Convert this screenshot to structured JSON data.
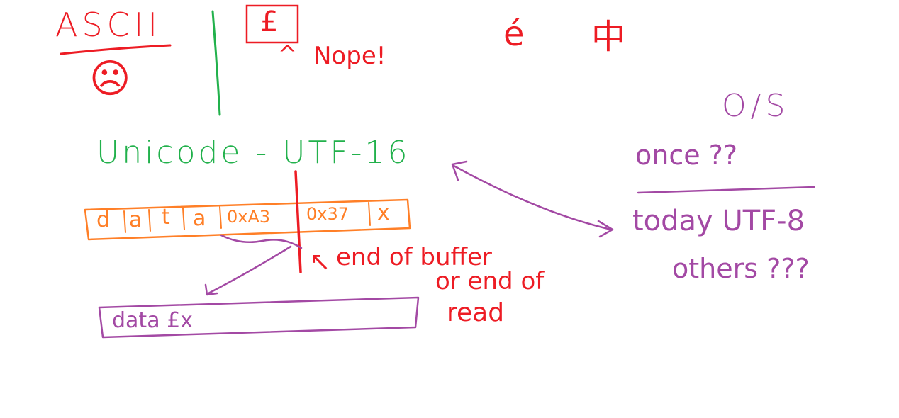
{
  "colors": {
    "red": "#ed1c24",
    "green": "#22b14c",
    "orange": "#ff7f27",
    "purple": "#a349a4",
    "background": "#ffffff"
  },
  "ascii": {
    "title": "ASCII",
    "face": "☹"
  },
  "pound_box": {
    "symbol": "£",
    "caret": "^",
    "note": "Nope!"
  },
  "examples": {
    "e_acute": "é",
    "cjk": "中"
  },
  "unicode": {
    "title": "Unicode - UTF-16"
  },
  "buffer": {
    "cells": [
      "d",
      "a",
      "t",
      "a",
      "0xA3",
      "0x37",
      "x"
    ]
  },
  "end_note": {
    "arrow": "↖",
    "line1": "end of buffer",
    "line2": "or end of",
    "line3": "read"
  },
  "result": {
    "text": "data £x"
  },
  "os": {
    "title": "O/S",
    "once": "once ??",
    "today": "today UTF-8",
    "others": "others ???"
  }
}
